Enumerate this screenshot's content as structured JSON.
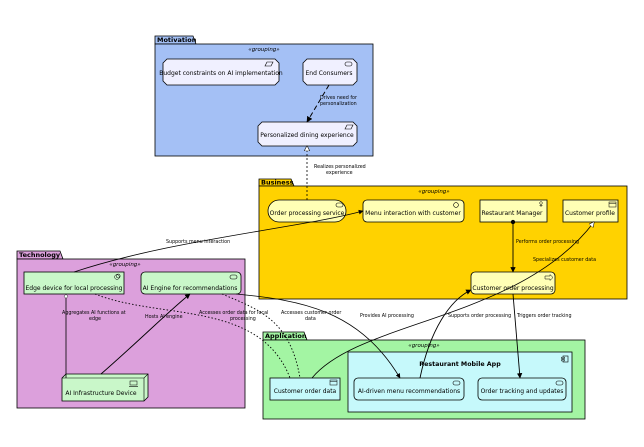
{
  "groups": {
    "motivation": {
      "tab": "Motivation",
      "stereotype": "«grouping»",
      "color": "#a4c0f5"
    },
    "business": {
      "tab": "Business",
      "stereotype": "«grouping»",
      "color": "#ffd200"
    },
    "technology": {
      "tab": "Technology",
      "stereotype": "«grouping»",
      "color": "#dca0dc"
    },
    "application": {
      "tab": "Application",
      "stereotype": "«grouping»",
      "color": "#a3f5a3"
    }
  },
  "nodes": {
    "budget": "Budget constraints on AI implementation",
    "consumers": "End Consumers",
    "personalized": "Personalized dining experience",
    "order_service": "Order processing service",
    "menu_interaction": "Menu interaction with customer",
    "manager": "Restaurant Manager",
    "profile": "Customer profile",
    "order_processing": "Customer order processing",
    "edge_device": "Edge device for local processing",
    "ai_engine": "AI Engine for recommendations",
    "infra": "AI Infrastructure Device",
    "mobile_app": "Restaurant Mobile App",
    "customer_data": "Customer order data",
    "ai_menu": "AI-driven menu recommendations",
    "tracking": "Order tracking and updates"
  },
  "labels": {
    "drives_1": "Drives need for",
    "drives_2": "personalization",
    "realizes_1": "Realizes personalized",
    "realizes_2": "experience",
    "supports_menu": "Supports menu interaction",
    "performs": "Performs order processing",
    "specializes": "Specializes customer data",
    "aggregates_1": "Aggregates AI functions at",
    "aggregates_2": "edge",
    "hosts": "Hosts AI engine",
    "accesses_local_1": "Accesses order data for local",
    "accesses_local_2": "processing",
    "accesses_cust_1": "Accesses customer order",
    "accesses_cust_2": "data",
    "provides_ai": "Provides AI processing",
    "supports_order": "Supports order processing",
    "triggers": "Triggers order tracking"
  }
}
